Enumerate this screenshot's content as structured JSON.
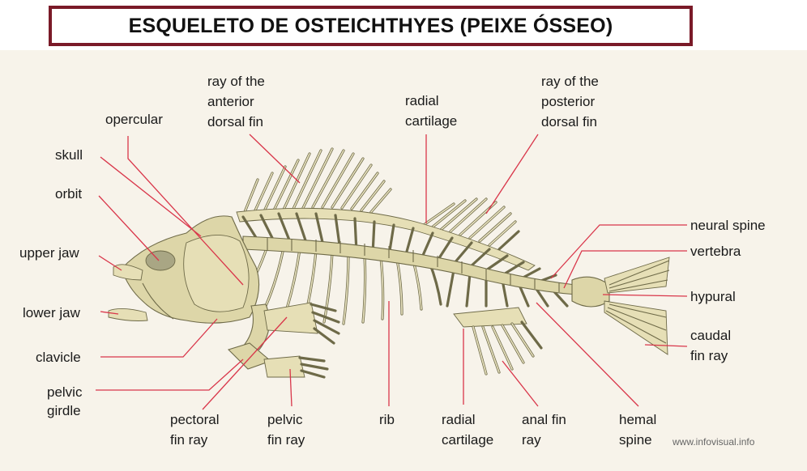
{
  "title": "ESQUELETO DE  OSTEICHTHYES  (PEIXE ÓSSEO)",
  "credit": "www.infovisual.info",
  "colors": {
    "title_border": "#7a1a28",
    "leader_line": "#d9364a",
    "bone": "#ddd6a8",
    "background": "#f7f3ea"
  },
  "labels": {
    "opercular": [
      "opercular"
    ],
    "skull": [
      "skull"
    ],
    "orbit": [
      "orbit"
    ],
    "upper_jaw": [
      "upper jaw"
    ],
    "lower_jaw": [
      "lower jaw"
    ],
    "clavicle": [
      "clavicle"
    ],
    "pelvic_girdle": [
      "pelvic",
      "girdle"
    ],
    "pectoral_fin_ray": [
      "pectoral",
      "fin ray"
    ],
    "pelvic_fin_ray": [
      "pelvic",
      "fin ray"
    ],
    "rib": [
      "rib"
    ],
    "radial_cartilage_bottom": [
      "radial",
      "cartilage"
    ],
    "anal_fin_ray": [
      "anal fin",
      "ray"
    ],
    "hemal_spine": [
      "hemal",
      "spine"
    ],
    "anterior_dorsal_fin": [
      "ray of the",
      "anterior",
      "dorsal fin"
    ],
    "radial_cartilage_top": [
      "radial",
      "cartilage"
    ],
    "posterior_dorsal_fin": [
      "ray of the",
      "posterior",
      "dorsal fin"
    ],
    "neural_spine": [
      "neural spine"
    ],
    "vertebra": [
      "vertebra"
    ],
    "hypural": [
      "hypural"
    ],
    "caudal_fin_ray": [
      "caudal",
      "fin ray"
    ]
  }
}
